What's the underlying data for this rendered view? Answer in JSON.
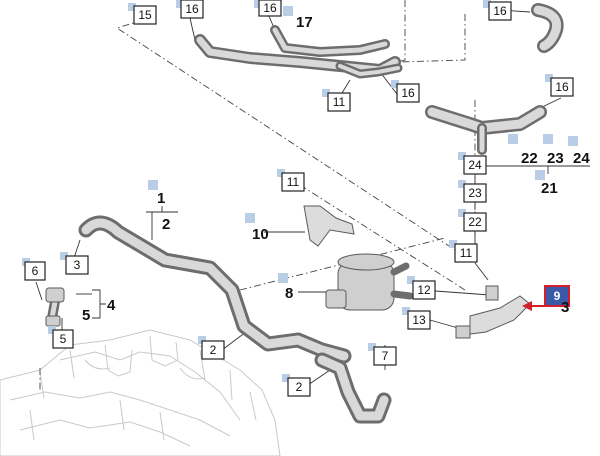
{
  "highlight_color": "#3a5aa8",
  "highlight_border": "#d21f2a",
  "tab_color": "#b9cde6",
  "callouts": [
    {
      "id": "c15",
      "label": "15"
    },
    {
      "id": "c16a",
      "label": "16"
    },
    {
      "id": "c16b",
      "label": "16"
    },
    {
      "id": "c16c",
      "label": "16"
    },
    {
      "id": "c16d",
      "label": "16"
    },
    {
      "id": "c16e",
      "label": "16"
    },
    {
      "id": "c11a",
      "label": "11"
    },
    {
      "id": "c11b",
      "label": "11"
    },
    {
      "id": "c11c",
      "label": "11"
    },
    {
      "id": "c24",
      "label": "24"
    },
    {
      "id": "c23",
      "label": "23"
    },
    {
      "id": "c22",
      "label": "22"
    },
    {
      "id": "c12",
      "label": "12"
    },
    {
      "id": "c13",
      "label": "13"
    },
    {
      "id": "c9",
      "label": "9"
    },
    {
      "id": "c7",
      "label": "7"
    },
    {
      "id": "c2a",
      "label": "2"
    },
    {
      "id": "c2b",
      "label": "2"
    },
    {
      "id": "c3",
      "label": "3"
    },
    {
      "id": "c6",
      "label": "6"
    },
    {
      "id": "c5",
      "label": "5"
    }
  ],
  "plain_labels": [
    {
      "id": "t17",
      "label": "17"
    },
    {
      "id": "t1",
      "label": "1"
    },
    {
      "id": "t2",
      "label": "2"
    },
    {
      "id": "t10",
      "label": "10"
    },
    {
      "id": "t8",
      "label": "8"
    },
    {
      "id": "t4",
      "label": "4"
    },
    {
      "id": "t5",
      "label": "5"
    },
    {
      "id": "t22",
      "label": "22"
    },
    {
      "id": "t23",
      "label": "23"
    },
    {
      "id": "t24",
      "label": "24"
    },
    {
      "id": "t21",
      "label": "21"
    },
    {
      "id": "t3",
      "label": "3"
    }
  ]
}
